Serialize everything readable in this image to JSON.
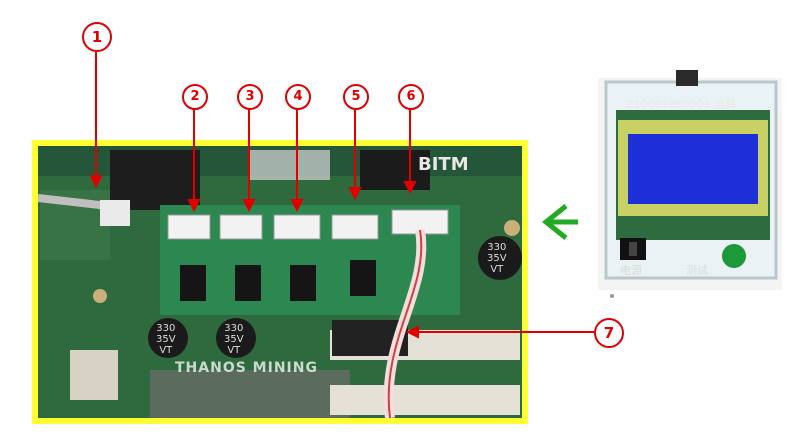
{
  "callouts": [
    {
      "label": "1"
    },
    {
      "label": "2"
    },
    {
      "label": "3"
    },
    {
      "label": "4"
    },
    {
      "label": "5"
    },
    {
      "label": "6"
    },
    {
      "label": "7"
    }
  ],
  "board_texts": {
    "brand": "BITM",
    "cap_left_1": "330",
    "cap_left_2": "35V",
    "cap_left_3": "VT",
    "cap_mid_1": "330",
    "cap_mid_2": "35V",
    "cap_mid_3": "VT",
    "cap_right_1": "330",
    "cap_right_2": "35V",
    "cap_right_3": "VT",
    "watermark": "THANOS MINING"
  },
  "tester": {
    "serial": "Z10001080001 治具",
    "label_left": "电源",
    "label_right": "测试"
  },
  "colors": {
    "frame": "#ffff33",
    "callout": "#e00000",
    "arrow": "#22aa22",
    "pcb": "#2e6b3e",
    "lcd": "#1d2fd6"
  }
}
